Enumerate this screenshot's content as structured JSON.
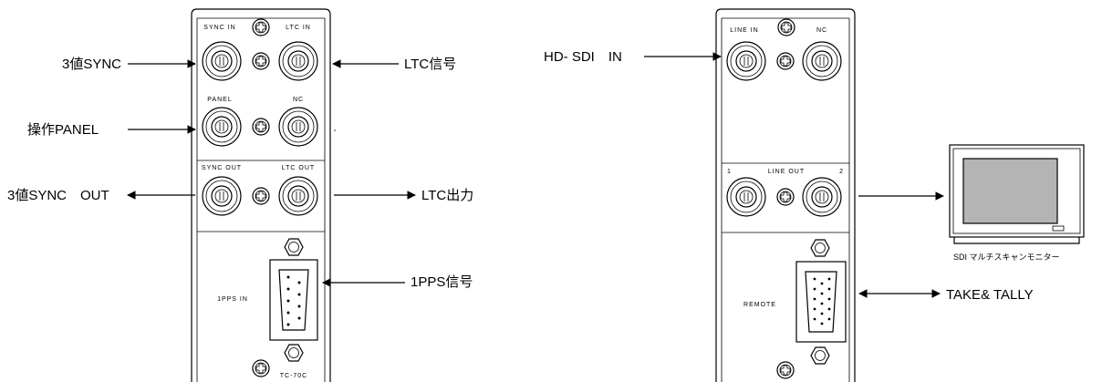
{
  "left_panel": {
    "port_labels": {
      "sync_in": "SYNC IN",
      "ltc_in": "LTC IN",
      "panel": "PANEL",
      "nc": "NC",
      "sync_out": "SYNC OUT",
      "ltc_out": "LTC OUT",
      "pps_in": "1PPS IN",
      "model": "TC-70C"
    },
    "callouts": {
      "sync3": "3値SYNC",
      "ltc_signal": "LTC信号",
      "op_panel": "操作PANEL",
      "sync3_out": "3値SYNC　OUT",
      "ltc_output": "LTC出力",
      "pps_signal": "1PPS信号"
    }
  },
  "right_panel": {
    "port_labels": {
      "line_in": "LINE IN",
      "nc": "NC",
      "out1": "1",
      "line_out": "LINE OUT",
      "out2": "2",
      "remote": "REMOTE"
    },
    "callouts": {
      "hdsdi_in": "HD- SDI　IN",
      "take_tally": "TAKE& TALLY",
      "monitor": "SDI マルチスキャンモニター"
    }
  }
}
